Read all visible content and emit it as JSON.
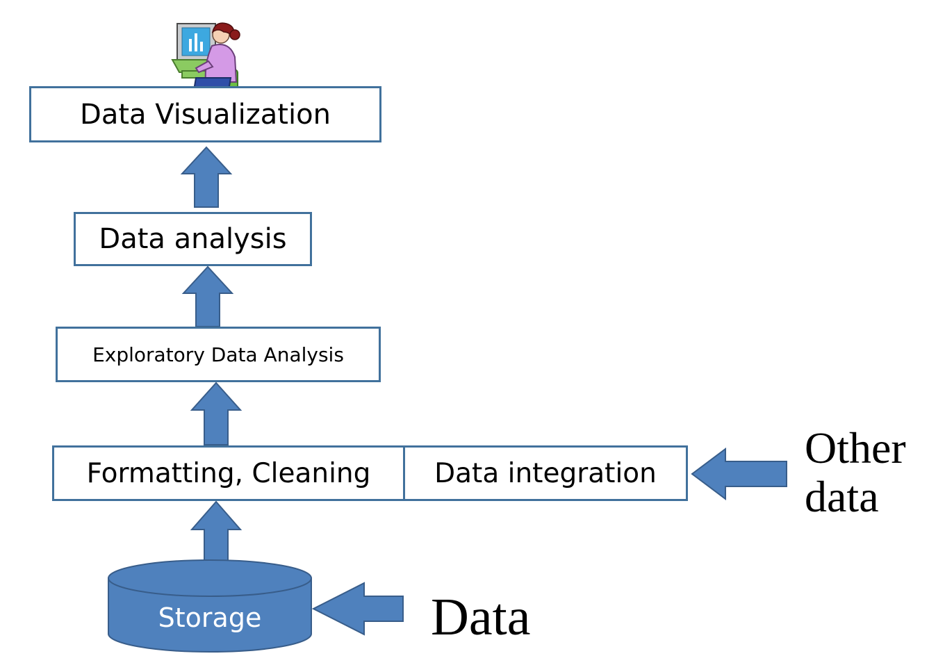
{
  "diagram": {
    "boxes": {
      "visualization": "Data Visualization",
      "analysis": "Data analysis",
      "eda": "Exploratory Data Analysis",
      "formatting": "Formatting, Cleaning",
      "integration": "Data integration"
    },
    "storage_label": "Storage",
    "other_data_line1": "Other",
    "other_data_line2": "data",
    "data_label": "Data"
  },
  "colors": {
    "arrow_fill": "#4F81BD",
    "arrow_stroke": "#385D8A",
    "box_border": "#41719C"
  },
  "icons": {
    "user_at_computer": "person-at-computer-icon"
  }
}
